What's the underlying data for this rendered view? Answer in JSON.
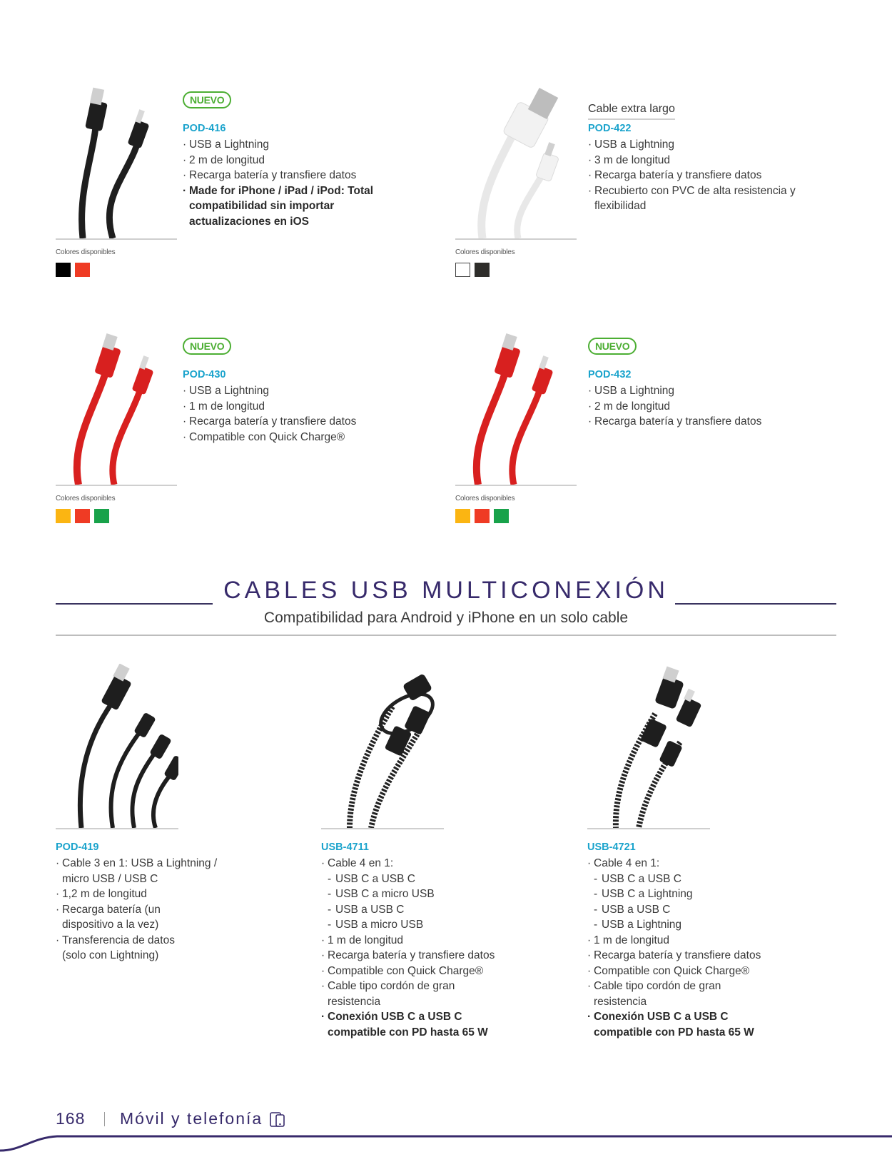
{
  "colors_label": "Colores disponibles",
  "badge_label": "NUEVO",
  "products_top": [
    {
      "id": "pod416",
      "model": "POD-416",
      "badge": true,
      "cable_color": "#1e1e1e",
      "specs": [
        {
          "text": "USB a Lightning",
          "bold": false
        },
        {
          "text": "2 m de longitud",
          "bold": false
        },
        {
          "text": "Recarga batería y transfiere datos",
          "bold": false
        },
        {
          "text": "Made for iPhone / iPad / iPod: Total compatibilidad sin importar actualizaciones en iOS",
          "bold": true
        }
      ],
      "colors": [
        "#000000",
        "#ef3b24"
      ]
    },
    {
      "id": "pod422",
      "headline": "Cable extra largo",
      "model": "POD-422",
      "badge": false,
      "cable_color": "#f4f4f4",
      "specs": [
        {
          "text": "USB a Lightning",
          "bold": false
        },
        {
          "text": "3 m de longitud",
          "bold": false
        },
        {
          "text": "Recarga batería y transfiere datos",
          "bold": false
        },
        {
          "text": "Recubierto con PVC de alta resistencia y flexibilidad",
          "bold": false
        }
      ],
      "colors": [
        "#ffffff",
        "#2e2d2a"
      ]
    },
    {
      "id": "pod430",
      "model": "POD-430",
      "badge": true,
      "cable_color": "#d8201f",
      "specs": [
        {
          "text": "USB a Lightning",
          "bold": false
        },
        {
          "text": "1 m de longitud",
          "bold": false
        },
        {
          "text": "Recarga batería y transfiere datos",
          "bold": false
        },
        {
          "text": "Compatible con Quick Charge®",
          "bold": false
        }
      ],
      "colors": [
        "#fbb512",
        "#ef3b24",
        "#18a24a"
      ]
    },
    {
      "id": "pod432",
      "model": "POD-432",
      "badge": true,
      "cable_color": "#d8201f",
      "specs": [
        {
          "text": "USB a Lightning",
          "bold": false
        },
        {
          "text": "2 m de longitud",
          "bold": false
        },
        {
          "text": "Recarga batería y transfiere datos",
          "bold": false
        }
      ],
      "colors": [
        "#fbb512",
        "#ef3b24",
        "#18a24a"
      ]
    }
  ],
  "section": {
    "title": "CABLES USB MULTICONEXIÓN",
    "subtitle": "Compatibilidad para Android y iPhone en un solo cable"
  },
  "products_bottom": [
    {
      "id": "pod419",
      "model": "POD-419",
      "specs": [
        {
          "text": "Cable 3 en 1: USB a Lightning / micro USB / USB C",
          "bold": false
        },
        {
          "text": "1,2 m de longitud",
          "bold": false
        },
        {
          "text": "Recarga batería (un dispositivo a la vez)",
          "bold": false
        },
        {
          "text": "Transferencia de datos (solo con Lightning)",
          "bold": false
        }
      ]
    },
    {
      "id": "usb4711",
      "model": "USB-4711",
      "specs": [
        {
          "text": "Cable 4 en 1:",
          "bold": false
        },
        {
          "text": "USB C a USB C",
          "sub": true
        },
        {
          "text": "USB C a micro USB",
          "sub": true
        },
        {
          "text": "USB a USB C",
          "sub": true
        },
        {
          "text": "USB a micro USB",
          "sub": true
        },
        {
          "text": "1 m de longitud",
          "bold": false
        },
        {
          "text": "Recarga batería y transfiere datos",
          "bold": false
        },
        {
          "text": "Compatible con Quick Charge®",
          "bold": false
        },
        {
          "text": "Cable tipo cordón de gran resistencia",
          "bold": false
        },
        {
          "text": "Conexión USB C a USB C compatible con PD hasta 65 W",
          "bold": true
        }
      ]
    },
    {
      "id": "usb4721",
      "model": "USB-4721",
      "specs": [
        {
          "text": "Cable 4 en 1:",
          "bold": false
        },
        {
          "text": "USB C a USB C",
          "sub": true
        },
        {
          "text": "USB C a Lightning",
          "sub": true
        },
        {
          "text": "USB a USB C",
          "sub": true
        },
        {
          "text": "USB a Lightning",
          "sub": true
        },
        {
          "text": "1 m de longitud",
          "bold": false
        },
        {
          "text": "Recarga batería y transfiere datos",
          "bold": false
        },
        {
          "text": "Compatible con Quick Charge®",
          "bold": false
        },
        {
          "text": "Cable tipo cordón de gran resistencia",
          "bold": false
        },
        {
          "text": "Conexión USB C a USB C compatible con PD hasta 65 W",
          "bold": true
        }
      ]
    }
  ],
  "footer": {
    "page_number": "168",
    "section_label": "Móvil y telefonía",
    "icon": "mobile-devices-icon"
  }
}
